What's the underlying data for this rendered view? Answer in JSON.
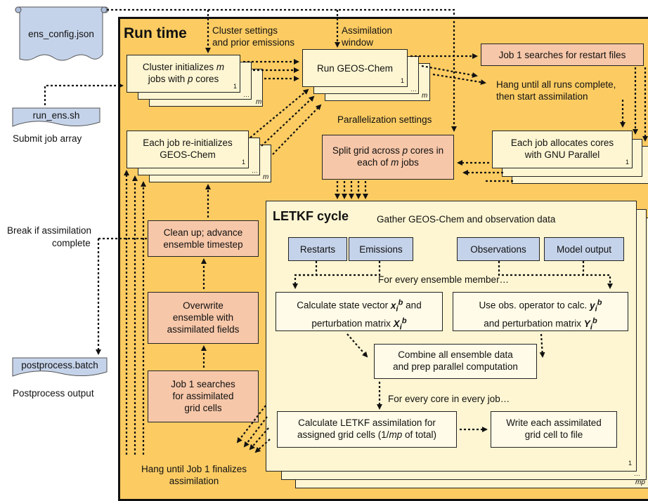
{
  "files": {
    "config": "ens_config.json",
    "run_script": "run_ens.sh",
    "run_script_caption": "Submit job array",
    "postprocess": "postprocess.batch",
    "postprocess_caption": "Postprocess output"
  },
  "side_labels": {
    "break_line1": "Break if assimilation",
    "break_line2": "complete"
  },
  "runtime": {
    "title": "Run time",
    "cluster_settings_1": "Cluster settings",
    "cluster_settings_2": "and prior emissions",
    "assim_window_1": "Assimilation",
    "assim_window_2": "window",
    "parallel_settings": "Parallelization settings",
    "hang_runs_1": "Hang until all runs complete,",
    "hang_runs_2": "then start assimilation",
    "hang_job1_1": "Hang until Job 1 finalizes",
    "hang_job1_2": "assimilation"
  },
  "boxes": {
    "cluster_init_1a": "Cluster initializes ",
    "cluster_init_1b": "m",
    "cluster_init_2a": "jobs with ",
    "cluster_init_2b": "p",
    "cluster_init_2c": " cores",
    "run_geos": "Run GEOS-Chem",
    "restart_search": "Job 1 searches for restart files",
    "reinit_1": "Each job re-initializes",
    "reinit_2": "GEOS-Chem",
    "split_1a": "Split grid across ",
    "split_1b": "p",
    "split_1c": " cores in",
    "split_2a": "each of ",
    "split_2b": "m",
    "split_2c": " jobs",
    "alloc_1": "Each job allocates cores",
    "alloc_2": "with GNU Parallel",
    "cleanup_1": "Clean up; advance",
    "cleanup_2": "ensemble timestep",
    "overwrite_1": "Overwrite",
    "overwrite_2": "ensemble with",
    "overwrite_3": "assimilated fields",
    "search_cells_1": "Job 1 searches",
    "search_cells_2": "for assimilated",
    "search_cells_3": "grid cells"
  },
  "letkf": {
    "title": "LETKF cycle",
    "gather": "Gather GEOS-Chem and observation data",
    "restarts": "Restarts",
    "emissions": "Emissions",
    "observations": "Observations",
    "model_output": "Model output",
    "every_member": "For every ensemble member…",
    "state_1": "Calculate state vector ",
    "state_2": "perturbation matrix ",
    "obs_1": "Use obs. operator to calc. ",
    "obs_2": "and perturbation matrix ",
    "combine_1": "Combine all ensemble data",
    "combine_2": "and prep parallel computation",
    "every_core": "For every core in every job…",
    "calc_1": "Calculate LETKF assimilation for",
    "calc_2a": "assigned grid cells (1/",
    "calc_2b": "mp",
    "calc_2c": " of total)",
    "write_1": "Write each assimilated",
    "write_2": "grid cell to file",
    "and_word": "and"
  },
  "stack_labels": {
    "one": "1",
    "ellipsis": "…",
    "m": "m",
    "mp": "mp"
  }
}
